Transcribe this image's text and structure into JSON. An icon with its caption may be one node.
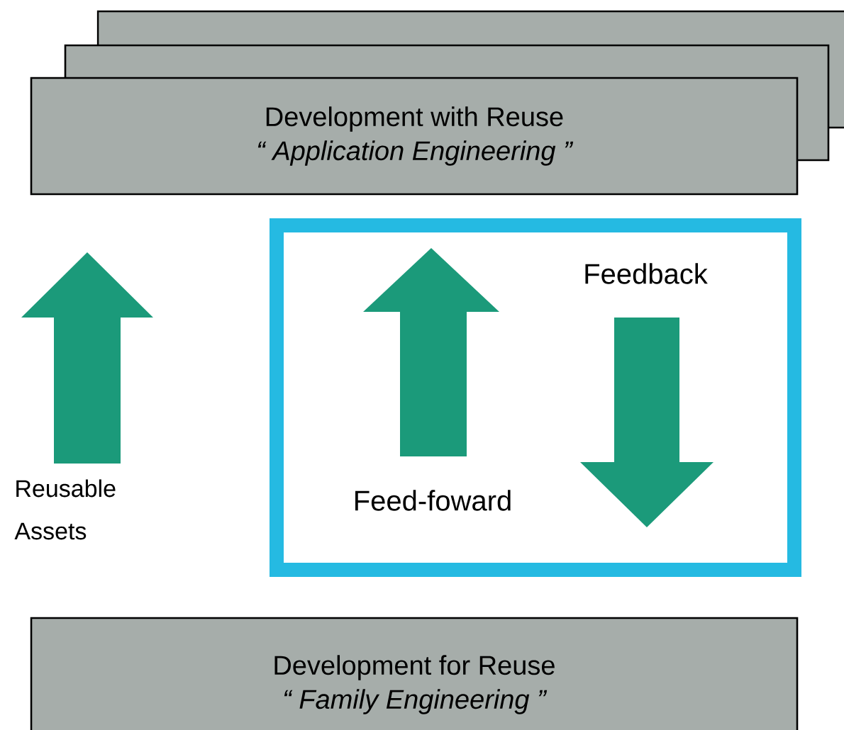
{
  "diagram": {
    "nodes": [
      {
        "text": [
          "Development with Reuse",
          "“ Application Engineering ”"
        ]
      },
      {
        "text": [],
        "shape": "box"
      },
      {
        "text": [
          "Development for Reuse",
          "“ Family Engineering ”"
        ]
      }
    ],
    "labels": [
      "Reusable Assets",
      "Feedback",
      "Feed-foward"
    ]
  }
}
